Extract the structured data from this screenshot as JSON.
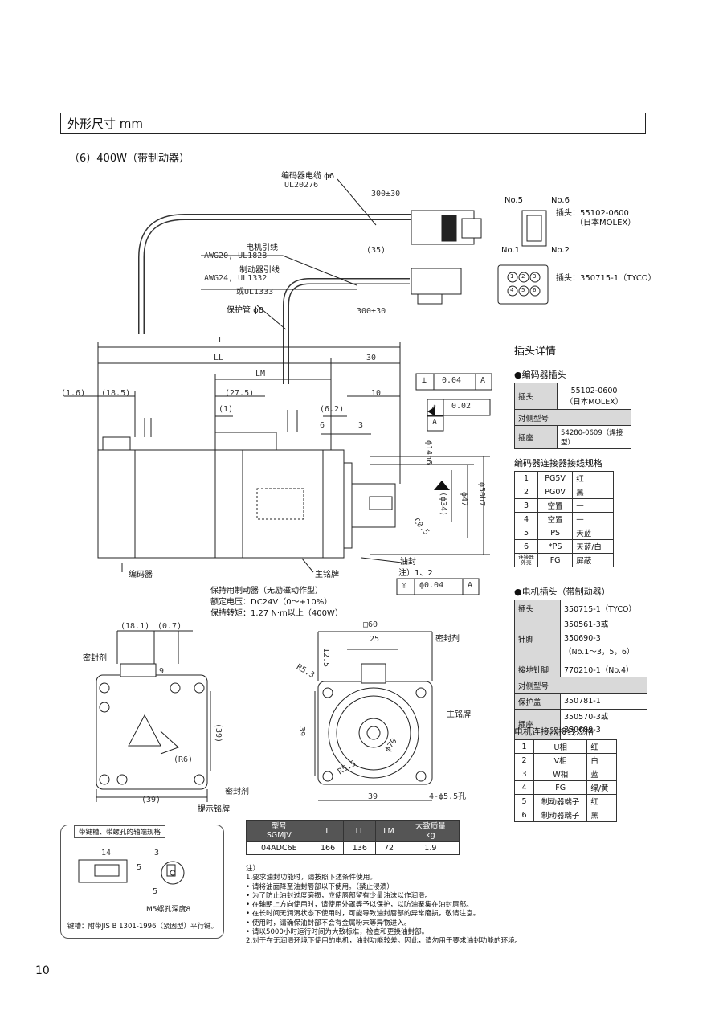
{
  "header": {
    "title": "外形尺寸 mm"
  },
  "subtitle": "（6）400W（带制动器）",
  "drawing": {
    "encoder_cable": "编码器电缆 ϕ6",
    "encoder_cable_std": "UL20276",
    "len_300_top": "300±30",
    "motor_lead": "电机引线",
    "motor_lead_std": "AWG20, UL1828",
    "brake_lead": "制动器引线",
    "brake_lead_std": "AWG24, UL1332",
    "brake_lead_alt": "或UL1333",
    "protect_tube": "保护管 ϕ8",
    "len_35": "(35)",
    "len_300_bottom": "300±30",
    "L": "L",
    "LL": "LL",
    "d30": "30",
    "LM": "LM",
    "d1_6": "(1.6)",
    "d18_5": "(18.5)",
    "d27_5": "(27.5)",
    "d10": "10",
    "d1": "(1)",
    "d6_2": "(6.2)",
    "d6": "6",
    "d3": "3",
    "tol_perp": "⊥",
    "tol_perp_val": "0.04",
    "tol_A": "A",
    "tol_run": "↗",
    "tol_run_val": "0.02",
    "datum_A": "A",
    "phi14h6": "ϕ14h6",
    "phi34": "(ϕ34)",
    "phi47": "ϕ47",
    "phi50h7": "ϕ50h7",
    "c05": "C0.5",
    "encoder": "编码器",
    "nameplate": "主铭牌",
    "oil_seal": "油封",
    "oil_seal_note": "注）1、2",
    "conc_sym": "◎",
    "conc_val": "ϕ0.04",
    "conc_A": "A",
    "brake_title": "保持用制动器（无励磁动作型）",
    "brake_voltage": "额定电压：DC24V（0～+10%）",
    "brake_torque": "保持转矩：1.27 N·m以上（400W）",
    "rear_d18_1": "(18.1)",
    "rear_d0_7": "(0.7)",
    "rear_sealant": "密封剂",
    "rear_9": "9",
    "rear_39v": "(39)",
    "rear_R6": "(R6)",
    "rear_39h": "(39)",
    "rear_sealant2": "密封剂",
    "rear_warning_plate": "提示铭牌",
    "front_sq60": "□60",
    "front_25": "25",
    "front_12_5": "12.5",
    "front_sealant": "密封剂",
    "front_R5_3": "R5.3",
    "front_nameplate": "主铭牌",
    "front_39v": "39",
    "front_phi70": "ϕ70",
    "front_R5_5": "R5.5",
    "front_39h": "39",
    "front_holes": "4-ϕ5.5孔"
  },
  "connectors": {
    "no5": "No.5",
    "no6": "No.6",
    "no1": "No.1",
    "no2": "No.2",
    "plug_label1": "插头：55102-0600",
    "plug_label1b": "（日本MOLEX）",
    "plug_label2": "插头：350715-1（TYCO）",
    "pins": [
      "1",
      "2",
      "3",
      "4",
      "5",
      "6"
    ],
    "title": "插头详情"
  },
  "encoder_plug": {
    "title": "●编码器插头",
    "rows": [
      {
        "k": "插头",
        "v": "55102-0600\n（日本MOLEX）"
      },
      {
        "k": "对侧型号",
        "v": ""
      },
      {
        "k": "插座",
        "v": "54280-0609（焊接型）"
      }
    ]
  },
  "encoder_wiring": {
    "title": "编码器连接器接线规格",
    "rows": [
      [
        "1",
        "PG5V",
        "红"
      ],
      [
        "2",
        "PG0V",
        "黑"
      ],
      [
        "3",
        "空置",
        "—"
      ],
      [
        "4",
        "空置",
        "—"
      ],
      [
        "5",
        "PS",
        "天蓝"
      ],
      [
        "6",
        "*PS",
        "天蓝/白"
      ],
      [
        "连接器外壳",
        "FG",
        "屏蔽"
      ]
    ]
  },
  "motor_plug": {
    "title": "●电机插头（带制动器）",
    "rows": [
      {
        "k": "插头",
        "v": "350715-1（TYCO）"
      },
      {
        "k": "针脚",
        "v": "350561-3或\n350690-3\n（No.1～3，5，6）"
      },
      {
        "k": "接地针脚",
        "v": "770210-1（No.4）"
      },
      {
        "k": "对侧型号",
        "v": ""
      },
      {
        "k": "保护盖",
        "v": "350781-1"
      },
      {
        "k": "插座",
        "v": "350570-3或\n350689-3"
      }
    ]
  },
  "motor_wiring": {
    "title": "电机连接器接线规格",
    "rows": [
      [
        "1",
        "U相",
        "红"
      ],
      [
        "2",
        "V相",
        "白"
      ],
      [
        "3",
        "W相",
        "蓝"
      ],
      [
        "4",
        "FG",
        "绿/黄"
      ],
      [
        "5",
        "制动器端子",
        "红"
      ],
      [
        "6",
        "制动器端子",
        "黑"
      ]
    ]
  },
  "keyway": {
    "title": "带键槽、带螺孔的轴端规格",
    "d14": "14",
    "d3": "3",
    "d5a": "5",
    "d5b": "5",
    "screw": "M5螺孔深度8",
    "note": "键槽：附带JIS B 1301-1996（紧固型）平行键。"
  },
  "model_table": {
    "headers": [
      "型号\nSGMJV",
      "L",
      "LL",
      "LM",
      "大致质量\nkg"
    ],
    "row": [
      "04ADC6E",
      "166",
      "136",
      "72",
      "1.9"
    ]
  },
  "notes": {
    "lines": [
      "注）",
      "1.要求油封功能时，请按照下述条件使用。",
      "  • 请将油面降至油封唇部以下使用。（禁止浸渍）",
      "  • 为了防止油封过度磨损，应使唇部留有少量油沫以作润滑。",
      "  • 在轴朝上方向使用时，请使用外罩等予以保护，以防油聚集在油封唇部。",
      "  • 在长时间无润滑状态下使用时，可能导致油封唇部的异常磨损，敬请注意。",
      "  • 使用时，请确保油封部不会有金属粉末等异物进入。",
      "  • 请以5000小时运行时间为大致标准，检查和更换油封部。",
      "2.对于在无润滑环境下使用的电机，油封功能较差。因此，请勿用于要求油封功能的环境。"
    ]
  },
  "page_number": "10"
}
